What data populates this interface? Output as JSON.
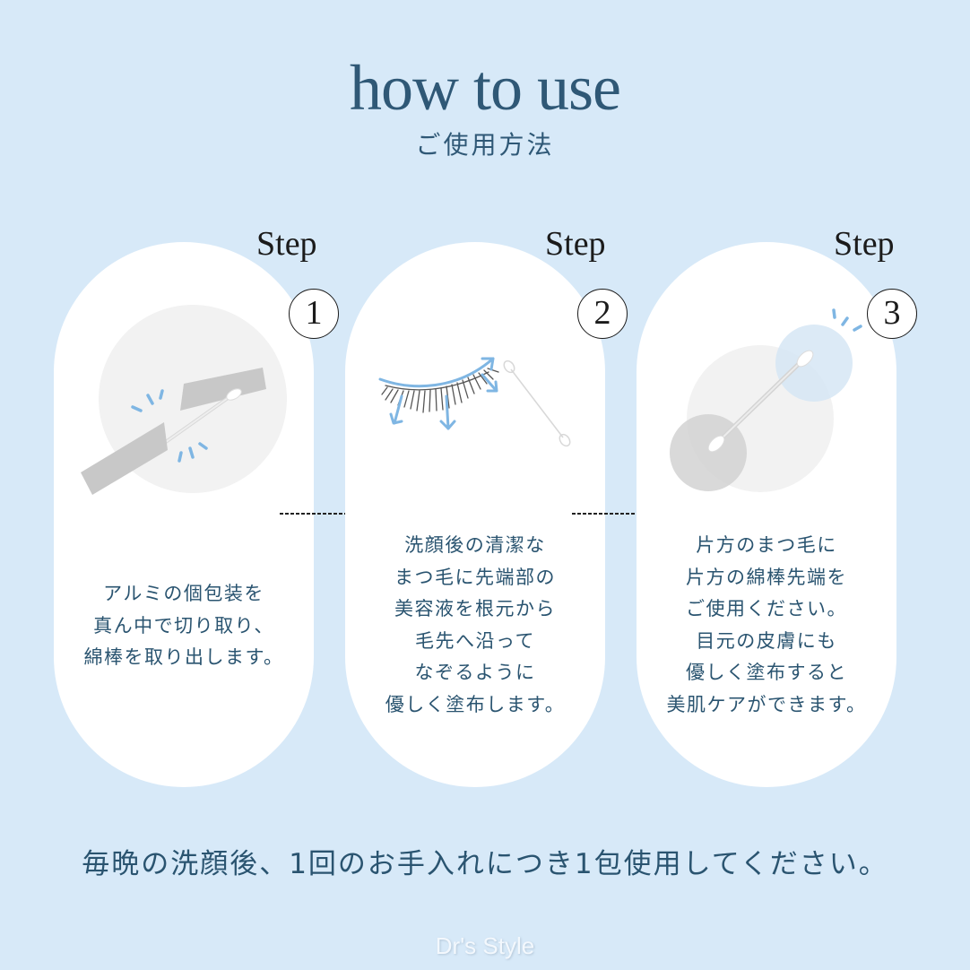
{
  "header": {
    "title": "how to use",
    "subtitle": "ご使用方法"
  },
  "steps": [
    {
      "label": "Step",
      "number": "1",
      "illustration": "cut-foil-packet-with-cotton-swab",
      "lines": [
        "アルミの個包装を",
        "真ん中で切り取り、",
        "綿棒を取り出します。"
      ]
    },
    {
      "label": "Step",
      "number": "2",
      "illustration": "eyelash-with-application-arrows-and-swab",
      "lines": [
        "洗顔後の清潔な",
        "まつ毛に先端部の",
        "美容液を根元から",
        "毛先へ沿って",
        "なぞるように",
        "優しく塗布します。"
      ]
    },
    {
      "label": "Step",
      "number": "3",
      "illustration": "cotton-swab-applying-to-skin",
      "lines": [
        "片方のまつ毛に",
        "片方の綿棒先端を",
        "ご使用ください。",
        "目元の皮膚にも",
        "優しく塗布すると",
        "美肌ケアができます。"
      ]
    }
  ],
  "footer": {
    "note": "毎晩の洗顔後、1回のお手入れにつき1包使用してください。",
    "brand": "Dr's Style"
  },
  "colors": {
    "background": "#d7e9f8",
    "card": "#ffffff",
    "text": "#2a5470",
    "accent_blue": "#7fb6e3",
    "gray_packet": "#c8c8c8"
  }
}
